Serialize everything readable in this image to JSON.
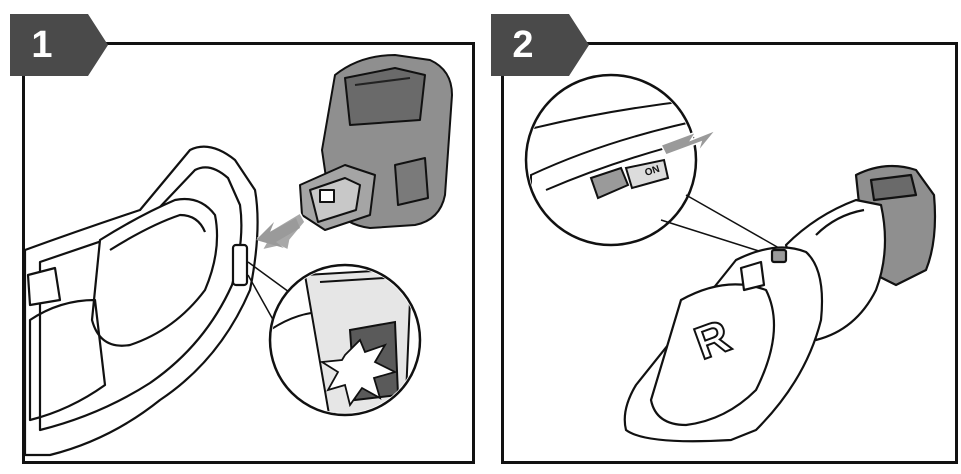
{
  "steps": [
    {
      "number": "1",
      "tab_color": "#4a4a4a"
    },
    {
      "number": "2",
      "tab_color": "#4a4a4a"
    }
  ],
  "device_labels": {
    "switch_marking": "ON",
    "brand_letter": "R"
  },
  "icons": {
    "step1": [
      "battery-pack-icon",
      "insert-arrow-icon",
      "click-burst-icon",
      "magnifier-circle-icon"
    ],
    "step2": [
      "power-switch-icon",
      "push-arrow-icon",
      "magnifier-circle-icon",
      "handheld-vacuum-icon"
    ]
  },
  "colors": {
    "line": "#111111",
    "shade": "#9a9a9a",
    "tab": "#4a4a4a"
  }
}
